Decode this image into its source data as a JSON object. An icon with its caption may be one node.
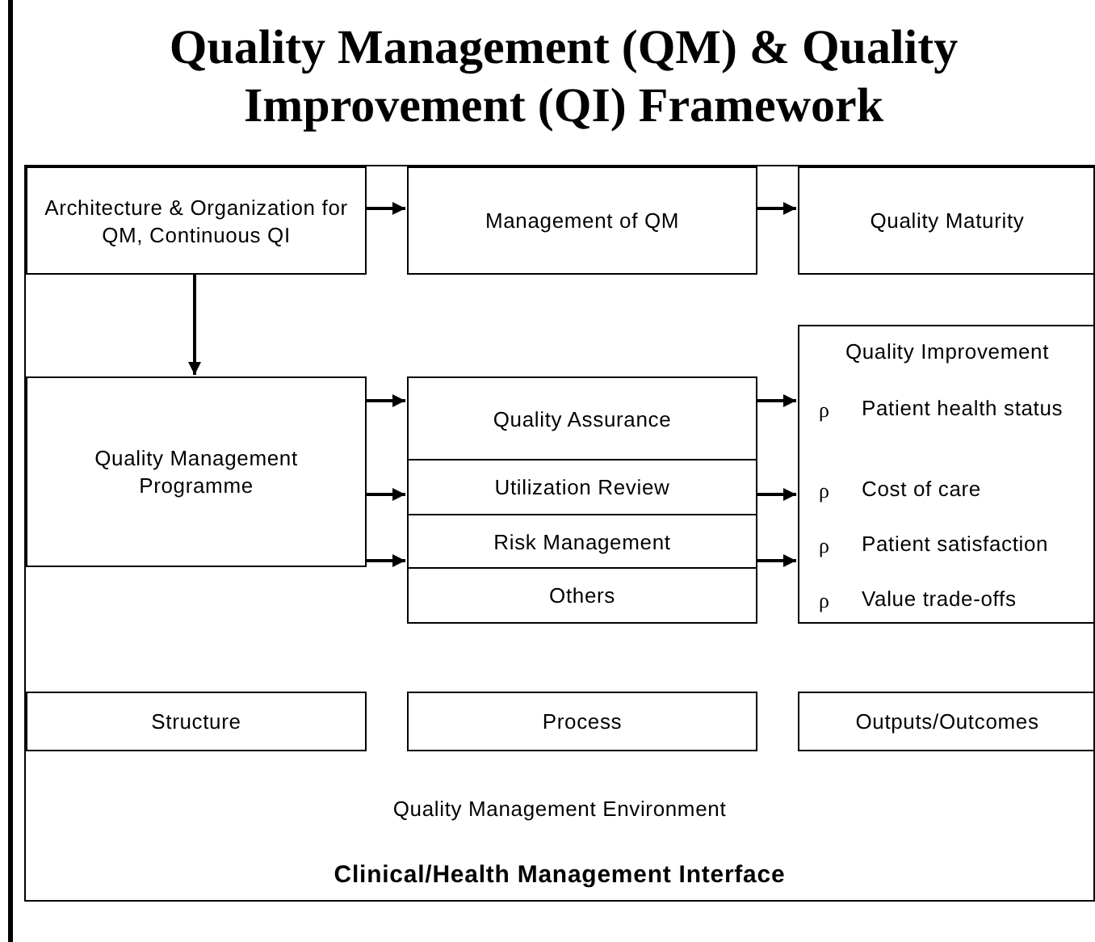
{
  "diagram": {
    "title": "Quality Management (QM) & Quality Improvement (QI) Framework",
    "nodes": [
      {
        "text": [
          "Quality Management Environment",
          "Clinical/Health Management Interface"
        ]
      },
      {
        "text": [
          "Architecture & Organization for QM, Continuous QI"
        ],
        "in": 0
      },
      {
        "text": [
          "Management of QM"
        ],
        "in": 0
      },
      {
        "text": [
          "Quality Maturity"
        ],
        "in": 0
      },
      {
        "text": [
          "Quality Management Programme"
        ],
        "in": 0
      },
      {
        "text": [
          "Quality Assurance"
        ],
        "in": 0
      },
      {
        "text": [
          "Utilization Review"
        ],
        "in": 0
      },
      {
        "text": [
          "Risk Management"
        ],
        "in": 0
      },
      {
        "text": [
          "Others"
        ],
        "in": 0
      },
      {
        "text": [
          "Quality Improvement",
          "ρ",
          "Patient health status",
          "ρ",
          "Cost of care",
          "ρ",
          "Patient satisfaction",
          "ρ",
          "Value trade-offs"
        ],
        "in": 0
      },
      {
        "text": [
          "Structure"
        ],
        "in": 0
      },
      {
        "text": [
          "Process"
        ],
        "in": 0
      },
      {
        "text": [
          "Outputs/Outcomes"
        ],
        "in": 0
      }
    ],
    "edges": [
      {
        "from": 1,
        "to": 2,
        "arrow": "to"
      },
      {
        "from": 2,
        "to": 3,
        "arrow": "to"
      },
      {
        "from": 1,
        "to": 4,
        "arrow": "to"
      },
      {
        "from": 4,
        "to": 5,
        "arrow": "to"
      },
      {
        "from": 4,
        "to": 6,
        "arrow": "to"
      },
      {
        "from": 4,
        "to": 7,
        "arrow": "to"
      },
      {
        "from": 5,
        "to": 9,
        "arrow": "to"
      },
      {
        "from": 6,
        "to": 9,
        "arrow": "to"
      },
      {
        "from": 7,
        "to": 9,
        "arrow": "to"
      }
    ]
  }
}
